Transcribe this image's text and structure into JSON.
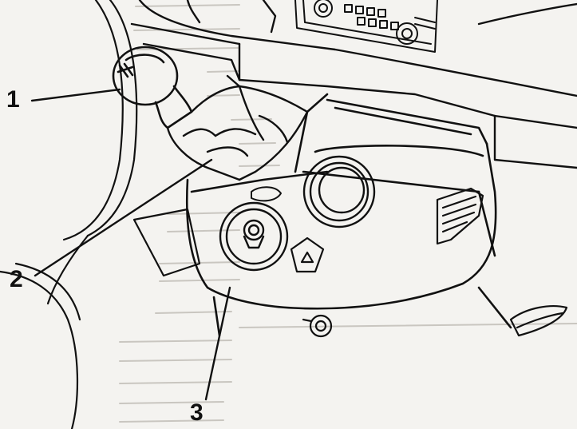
{
  "diagram": {
    "callouts": [
      {
        "label": "1",
        "part": "gear-lever-knob"
      },
      {
        "label": "2",
        "part": "gear-lever-boot"
      },
      {
        "label": "3",
        "part": "center-console-trim-panel"
      }
    ],
    "colors": {
      "background": "#f4f3f0",
      "line": "#111111",
      "background_text_ghost": "#b9b6b0"
    }
  }
}
